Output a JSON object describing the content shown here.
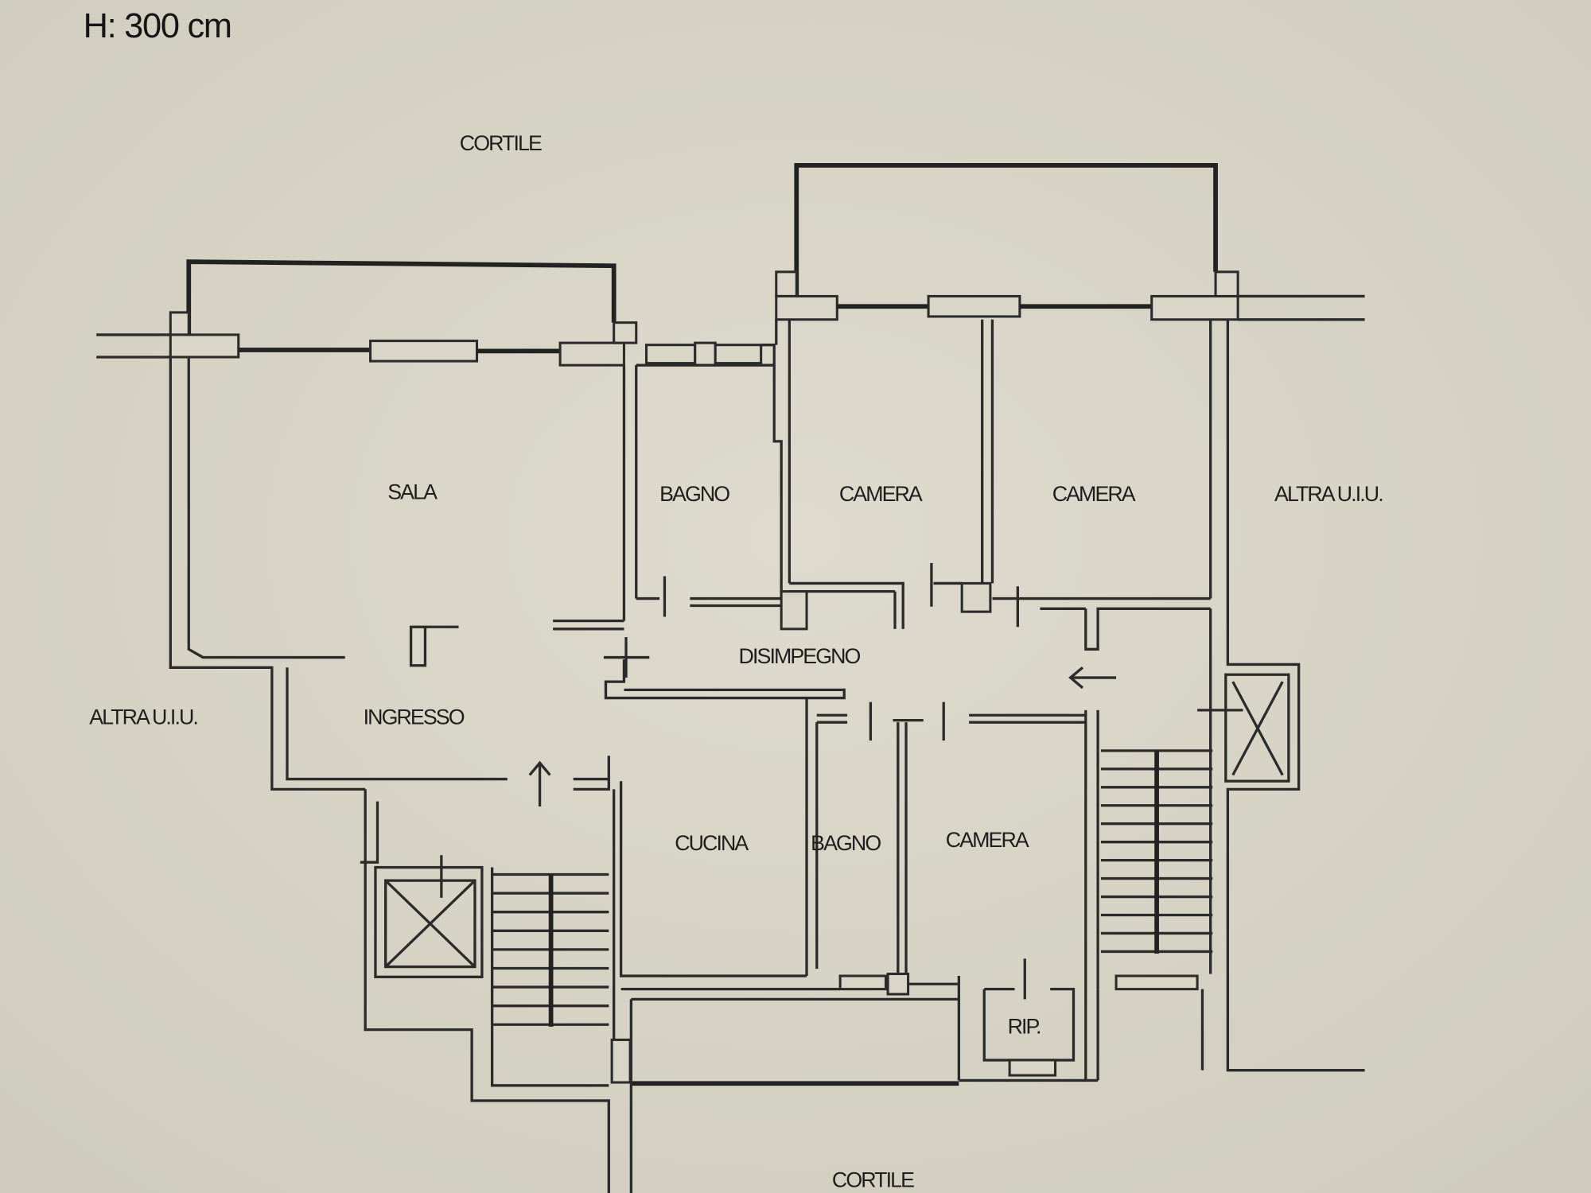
{
  "header": {
    "height_label": "H: 300 cm"
  },
  "labels": {
    "courtyard_top": "CORTILE",
    "courtyard_bottom": "CORTILE",
    "other_unit_left": "ALTRA U.I.U.",
    "other_unit_right": "ALTRA U.I.U.",
    "living": "SALA",
    "bath_top": "BAGNO",
    "bedroom_1": "CAMERA",
    "bedroom_2": "CAMERA",
    "hallway": "DISIMPEGNO",
    "entrance": "INGRESSO",
    "kitchen": "CUCINA",
    "bath_bottom": "BAGNO",
    "bedroom_3": "CAMERA",
    "storage": "RIP."
  },
  "colors": {
    "paper": "#d9d6c8",
    "ink": "#2b2b2b"
  }
}
